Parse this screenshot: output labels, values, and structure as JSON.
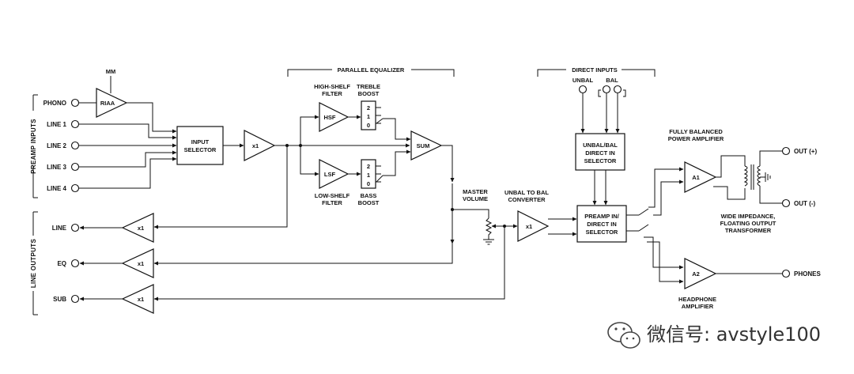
{
  "labels": {
    "mm": "MM",
    "phono": "PHONO",
    "line1": "LINE 1",
    "line2": "LINE 2",
    "line3": "LINE 3",
    "line4": "LINE 4",
    "preamp_inputs": "PREAMP INPUTS",
    "line_outputs": "LINE OUTPUTS",
    "riaa": "RIAA",
    "input_selector_1": "INPUT",
    "input_selector_2": "SELECTOR",
    "x1": "x1",
    "parallel_equalizer": "PARALLEL EQUALIZER",
    "high_shelf_1": "HIGH-SHELF",
    "high_shelf_2": "FILTER",
    "treble_1": "TREBLE",
    "treble_2": "BOOST",
    "hsf": "HSF",
    "lsf": "LSF",
    "low_shelf_1": "LOW-SHELF",
    "low_shelf_2": "FILTER",
    "bass_1": "BASS",
    "bass_2": "BOOST",
    "sw2": "2",
    "sw1": "1",
    "sw0": "0",
    "sum": "SUM",
    "master_1": "MASTER",
    "master_2": "VOLUME",
    "unbal_bal_1": "UNBAL TO BAL",
    "unbal_bal_2": "CONVERTER",
    "direct_inputs": "DIRECT INPUTS",
    "unbal": "UNBAL",
    "bal": "BAL",
    "direct_sel_1": "UNBAL/BAL",
    "direct_sel_2": "DIRECT IN",
    "direct_sel_3": "SELECTOR",
    "preamp_sel_1": "PREAMP IN/",
    "preamp_sel_2": "DIRECT IN",
    "preamp_sel_3": "SELECTOR",
    "fully_bal_1": "FULLY BALANCED",
    "fully_bal_2": "POWER AMPLIFIER",
    "a1": "A1",
    "a2": "A2",
    "out_plus": "OUT (+)",
    "out_minus": "OUT (-)",
    "wide_1": "WIDE IMPEDANCE,",
    "wide_2": "FLOATING OUTPUT",
    "wide_3": "TRANSFORMER",
    "phones": "PHONES",
    "hp_1": "HEADPHONE",
    "hp_2": "AMPLIFIER",
    "out_line": "LINE",
    "out_eq": "EQ",
    "out_sub": "SUB",
    "watermark": "微信号: avstyle100"
  }
}
